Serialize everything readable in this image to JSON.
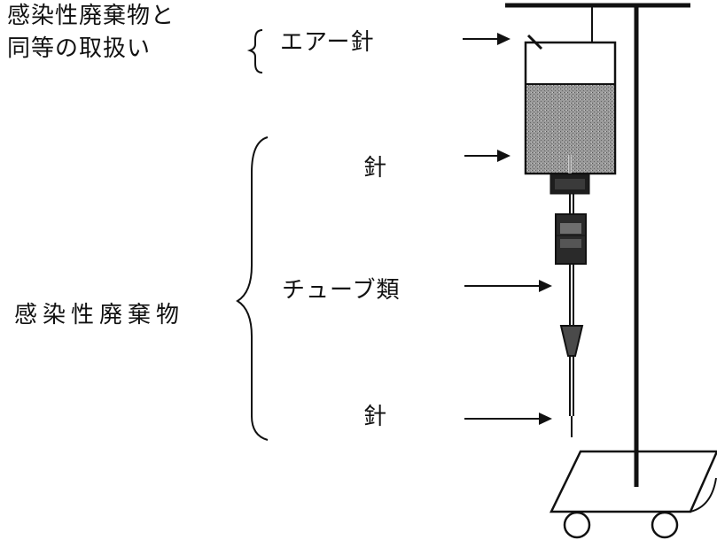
{
  "labels": {
    "equivalent_line1": "感染性廃棄物と",
    "equivalent_line2": "同等の取扱い",
    "infectious_waste": "感染性廃棄物",
    "air_needle": "エアー針",
    "needle_top": "針",
    "tubes": "チューブ類",
    "needle_bottom": "針"
  },
  "colors": {
    "ink": "#111111",
    "fluid": "#8a8a8a",
    "dark_part": "#2a2a2a",
    "background": "#ffffff"
  }
}
